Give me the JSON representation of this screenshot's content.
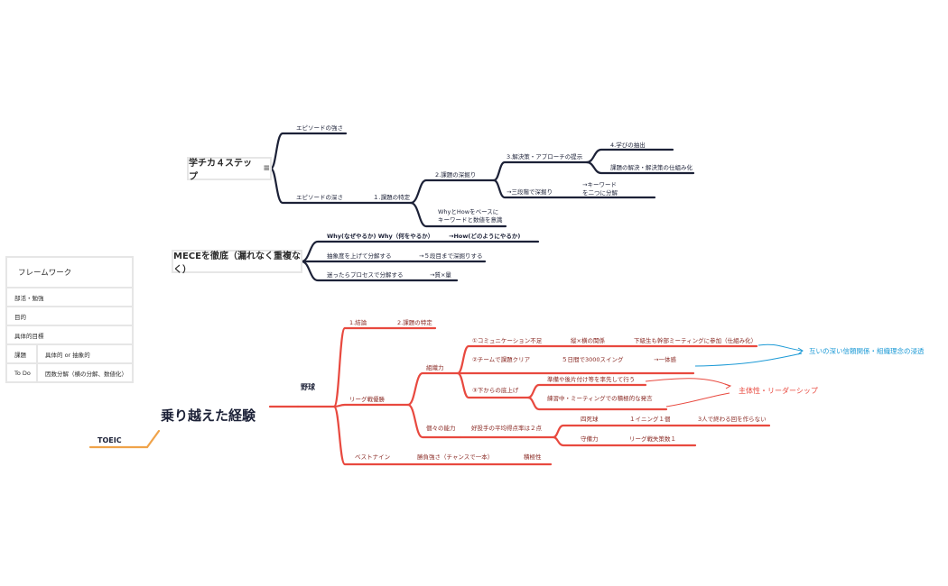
{
  "colors": {
    "dark": "#1c2137",
    "red": "#e8493f",
    "orange": "#f0a34a",
    "blue": "#1c9ad6"
  },
  "gakuchika": {
    "root": "学チカ４ステップ",
    "root_icon": "note-icon",
    "episode_strength": "エピソードの強さ",
    "episode_depth": "エピソードの深さ",
    "step1": "１.課題の特定",
    "step2": "2.課題の深掘り",
    "step3": "3.解決策・アプローチの提示",
    "step4": "4.学びの抽出",
    "system": "課題の解決・解決策の仕組み化",
    "three_steps": "→三段階で深掘り",
    "keyword_line1": "→キーワード",
    "keyword_line2": "を二つに分解",
    "why_how_line1": "WhyとHowをベースに",
    "why_how_line2": "キーワードと数値を意識"
  },
  "mece": {
    "root": "MECEを徹底（漏れなく重複なく）",
    "item1a": "Why(なぜやるか)  Why（何をやるか）",
    "item1b": "→How(どのようにやるか)",
    "item2a": "抽象度を上げて分解する",
    "item2b": "→５段目まで深掘りする",
    "item3a": "迷ったらプロセスで分解する",
    "item3b": "→質×量"
  },
  "framework": {
    "title": "フレームワーク",
    "rows": [
      {
        "label": "部活・勉強",
        "value": ""
      },
      {
        "label": "目的",
        "value": ""
      },
      {
        "label": "具体的目標",
        "value": ""
      },
      {
        "label": "課題",
        "value": "具体的 or 抽象的"
      },
      {
        "label": "To Do",
        "value": "因数分解（横の分解、数値化）"
      }
    ]
  },
  "experience": {
    "root": "乗り越えた経験",
    "toeic": "TOEIC",
    "baseball": "野球",
    "b1": "1.結論",
    "b1_sub": "2.課題の特定",
    "league": "リーグ戦優勝",
    "org": "組織力",
    "o1": "①コミュニケーション不足",
    "o1_mid": "縦×横の関係",
    "o1_end": "下級生も幹部ミーティングに参加（仕組み化）",
    "o2": "②チームで課題クリア",
    "o2_mid": "５日間で3000スイング",
    "o2_end": "→一体感",
    "o3": "③下からの底上げ",
    "o3_a": "準備や後片付け等を率先して行う",
    "o3_b": "練習中・ミーティングでの積極的な発言",
    "trust": "互いの深い信頼関係・組織理念の浸透",
    "leadership": "主体性・リーダーシップ",
    "indiv": "個々の能力",
    "ind_main": "好投手の平均得点率は２点",
    "walk": "四死球",
    "walk_mid": "１イニング１個",
    "walk_end": "3人で終わる回を作らない",
    "defense": "守備力",
    "defense_mid": "リーグ戦失策数１",
    "best9": "ベストナイン",
    "best9_mid": "勝負強さ（チャンスで一本）",
    "best9_end": "積極性"
  }
}
